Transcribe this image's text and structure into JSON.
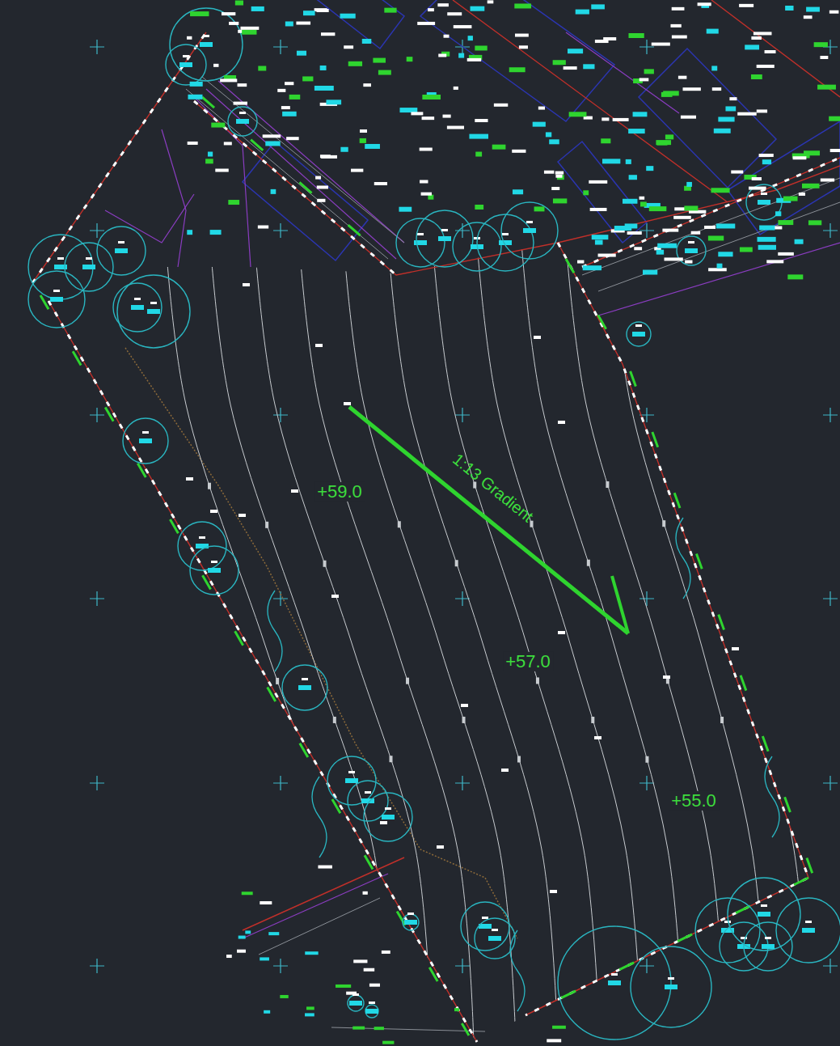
{
  "diagram": {
    "labels": [
      "+59.0",
      "1:13 Gradient",
      "+57.0",
      "+55.0"
    ]
  }
}
